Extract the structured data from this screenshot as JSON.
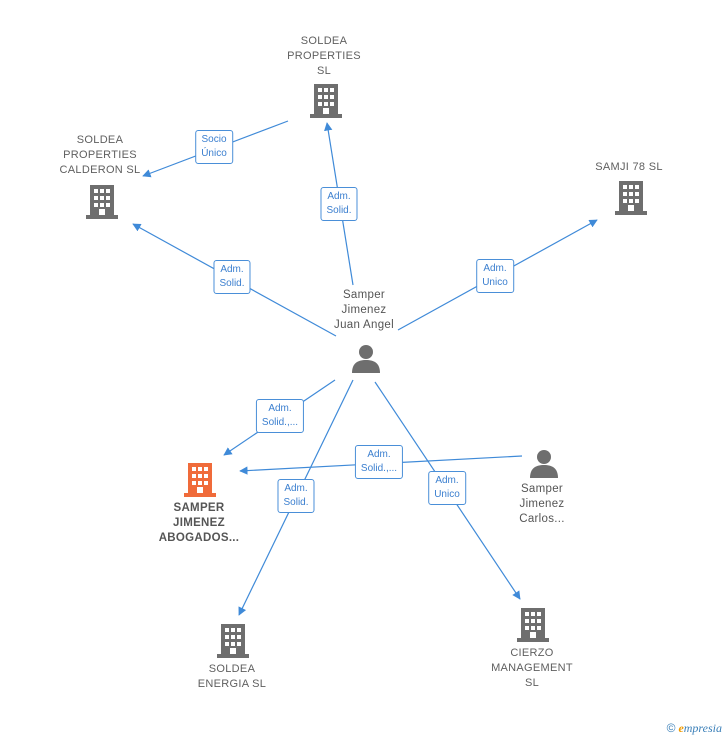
{
  "nodes": {
    "soldea_properties": {
      "label": "SOLDEA\nPROPERTIES\nSL",
      "type": "company"
    },
    "soldea_calderon": {
      "label": "SOLDEA\nPROPERTIES\nCALDERON  SL",
      "type": "company"
    },
    "samji": {
      "label": "SAMJI 78  SL",
      "type": "company"
    },
    "juan_angel": {
      "label": "Samper\nJimenez\nJuan Angel",
      "type": "person"
    },
    "abogados": {
      "label": "SAMPER\nJIMENEZ\nABOGADOS...",
      "type": "company-highlight"
    },
    "carlos": {
      "label": "Samper\nJimenez\nCarlos...",
      "type": "person"
    },
    "energia": {
      "label": "SOLDEA\nENERGIA  SL",
      "type": "company"
    },
    "cierzo": {
      "label": "CIERZO\nMANAGEMENT\nSL",
      "type": "company"
    }
  },
  "edges": {
    "e1": "Socio\nÚnico",
    "e2": "Adm.\nSolid.",
    "e3": "Adm.\nSolid.",
    "e4": "Adm.\nUnico",
    "e5": "Adm.\nSolid.,...",
    "e6": "Adm.\nSolid.,...",
    "e7": "Adm.\nSolid.",
    "e8": "Adm.\nUnico"
  },
  "colors": {
    "edge": "#3f8ad8",
    "company": "#6e6e6e",
    "highlight": "#f06b3a",
    "person": "#6e6e6e"
  },
  "footer": {
    "copyright": "©",
    "brand_initial": "e",
    "brand_rest": "mpresia"
  }
}
